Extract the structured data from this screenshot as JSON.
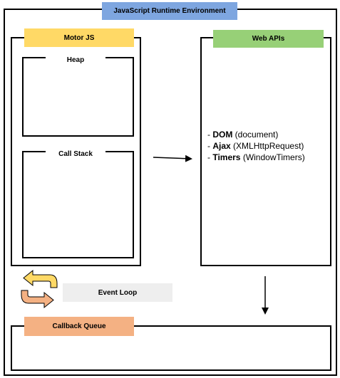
{
  "runtime": {
    "title": "JavaScript Runtime Environment",
    "color": "#7ea6e0"
  },
  "engine": {
    "title": "Motor JS",
    "color": "#ffd966"
  },
  "heap": {
    "title": "Heap"
  },
  "call_stack": {
    "title": "Call Stack"
  },
  "web_apis": {
    "title": "Web APIs",
    "color": "#97d077",
    "items": [
      {
        "prefix": "- ",
        "name": "DOM",
        "detail": " (document)"
      },
      {
        "prefix": "- ",
        "name": "Ajax",
        "detail": " (XMLHttpRequest)"
      },
      {
        "prefix": "- ",
        "name": "Timers",
        "detail": " (WindowTimers)"
      }
    ]
  },
  "event_loop": {
    "label": "Event Loop",
    "icon": "loop-arrows-icon",
    "color": "#eeeeee"
  },
  "callback_queue": {
    "title": "Callback Queue",
    "color": "#f4b183"
  }
}
